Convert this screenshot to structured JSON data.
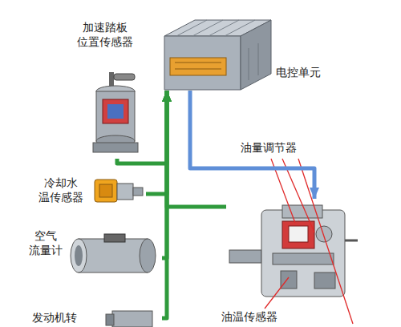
{
  "diagram": {
    "nodes": [
      {
        "text": [
          "电控单元"
        ]
      },
      {
        "text": [
          "加速踏板 位置传感器"
        ]
      },
      {
        "text": [
          "冷却水 温传感器"
        ]
      },
      {
        "text": [
          "空气 流量计"
        ]
      },
      {
        "text": [
          "发动机转"
        ]
      },
      {
        "text": [
          "油量调节器",
          "油温传感器"
        ]
      }
    ],
    "edges": [
      {
        "from": 1,
        "to": 0,
        "arrow": "to"
      },
      {
        "from": 2,
        "to": 0,
        "arrow": "to"
      },
      {
        "from": 3,
        "to": 0,
        "arrow": "to"
      },
      {
        "from": 4,
        "to": 0,
        "arrow": "to"
      },
      {
        "from": 5,
        "to": 0,
        "arrow": "to"
      },
      {
        "from": 0,
        "to": 5,
        "arrow": "to"
      }
    ]
  }
}
